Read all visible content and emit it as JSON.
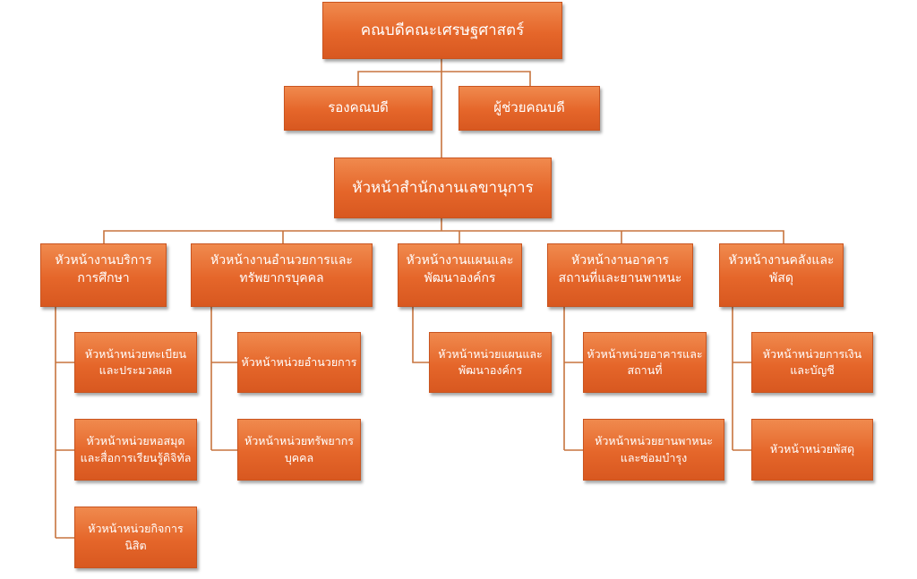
{
  "dean": "คณบดีคณะเศรษฐศาสตร์",
  "deputy_dean": "รองคณบดี",
  "assistant_dean": "ผู้ช่วยคณบดี",
  "secretary_head": "หัวหน้าสำนักงานเลขานุการ",
  "departments": [
    {
      "line1": "หัวหน้างานบริการ",
      "line2": "การศึกษา",
      "units": [
        {
          "line1": "หัวหน้าหน่วยทะเบียน",
          "line2": "และประมวลผล"
        },
        {
          "line1": "หัวหน้าหน่วยหอสมุด",
          "line2": "และสื่อการเรียนรู้ดิจิทัล"
        },
        {
          "line1": "หัวหน้าหน่วยกิจการ",
          "line2": "นิสิต"
        }
      ]
    },
    {
      "line1": "หัวหน้างานอำนวยการและ",
      "line2": "ทรัพยากรบุคคล",
      "units": [
        {
          "line1": "หัวหน้าหน่วยอำนวยการ"
        },
        {
          "line1": "หัวหน้าหน่วยทรัพยากร",
          "line2": "บุคคล"
        }
      ]
    },
    {
      "line1": "หัวหน้างานแผนและ",
      "line2": "พัฒนาองค์กร",
      "units": [
        {
          "line1": "หัวหน้าหน่วยแผนและ",
          "line2": "พัฒนาองค์กร"
        }
      ]
    },
    {
      "line1": "หัวหน้างานอาคาร",
      "line2": "สถานที่และยานพาหนะ",
      "units": [
        {
          "line1": "หัวหน้าหน่วยอาคารและ",
          "line2": "สถานที่"
        },
        {
          "line1": "หัวหน้าหน่วยยานพาหนะ",
          "line2": "และซ่อมบำรุง"
        }
      ]
    },
    {
      "line1": "หัวหน้างานคลังและ",
      "line2": "พัสดุ",
      "units": [
        {
          "line1": "หัวหน้าหน่วยการเงิน",
          "line2": "และบัญชี"
        },
        {
          "line1": "หัวหน้าหน่วยพัสดุ"
        }
      ]
    }
  ],
  "colors": {
    "box_fill": "#e5662a",
    "connector": "#c7743e",
    "text": "#ffffff"
  }
}
